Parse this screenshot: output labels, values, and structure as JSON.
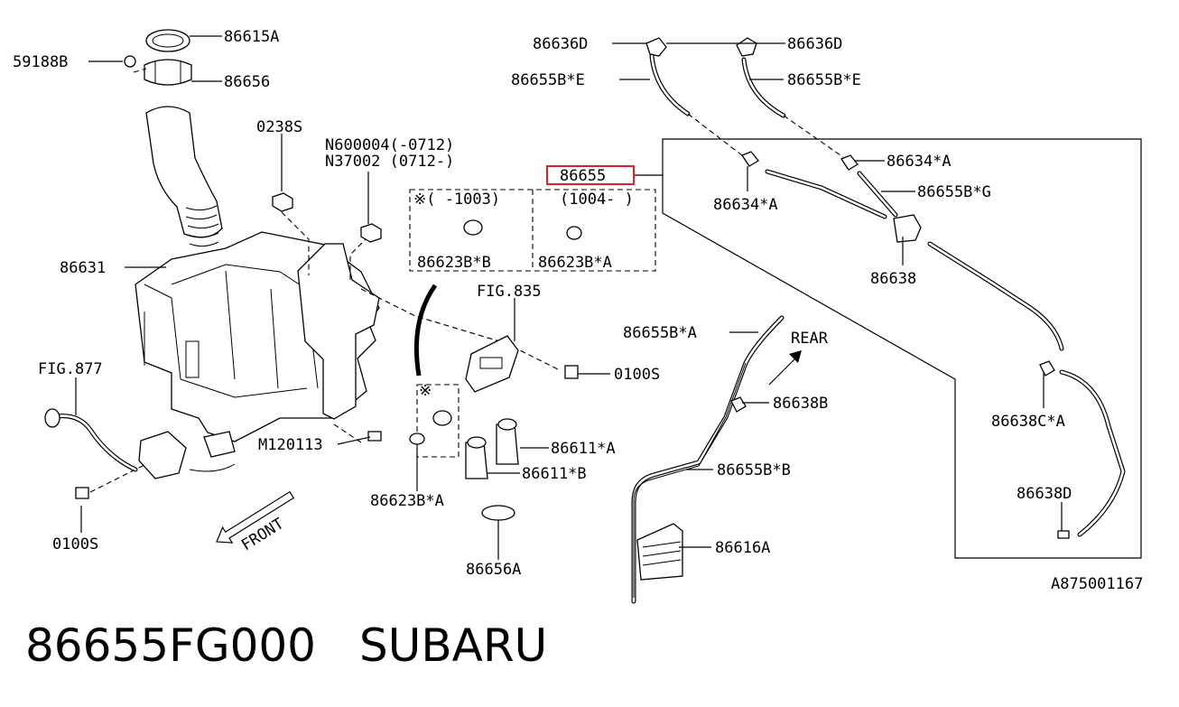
{
  "labels": {
    "l86615A": "86615A",
    "l59188B": "59188B",
    "l86656": "86656",
    "l0238S": "0238S",
    "lN600004": "N600004(-0712)",
    "lN37002": "N37002 (0712-)",
    "l86631": "86631",
    "lFIG877": "FIG.877",
    "lM120113": "M120113",
    "l0100S_left": "0100S",
    "lRange1003": "※(  -1003)",
    "lRange1004": "(1004-  )",
    "l86623BB": "86623B*B",
    "l86623BA_top": "86623B*A",
    "lFIG835": "FIG.835",
    "l0100S_mid": "0100S",
    "lStar": "※",
    "l86611A": "86611*A",
    "l86611B": "86611*B",
    "l86623BA_bot": "86623B*A",
    "l86656A": "86656A",
    "lFront": "FRONT",
    "l86636D_left": "86636D",
    "l86636D_right": "86636D",
    "l86655BE_left": "86655B*E",
    "l86655BE_right": "86655B*E",
    "l86655_hl": "86655",
    "l86634A_right": "86634*A",
    "l86634A_left": "86634*A",
    "l86655BG": "86655B*G",
    "l86638": "86638",
    "l86655BA": "86655B*A",
    "lRear": "REAR",
    "l86638B": "86638B",
    "l86638CA": "86638C*A",
    "l86655BB": "86655B*B",
    "l86638D": "86638D",
    "l86616A": "86616A",
    "lRef": "A875001167"
  },
  "footer": {
    "part_number": "86655FG000",
    "brand": "SUBARU"
  },
  "colors": {
    "highlight": "#e0202a",
    "ink": "#000000"
  }
}
